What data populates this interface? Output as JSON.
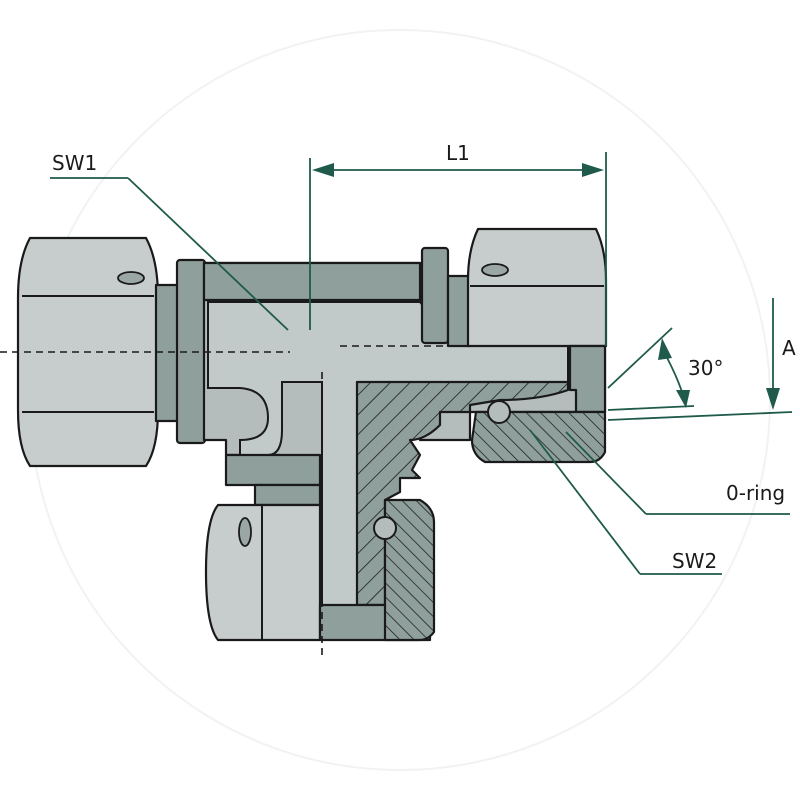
{
  "labels": {
    "sw1": "SW1",
    "l1": "L1",
    "a": "A",
    "angle": "30°",
    "oring": "0-ring",
    "sw2": "SW2"
  },
  "colors": {
    "body": "#b4bcbc",
    "shadow": "#8fa09c",
    "nut": "#c7cdcd",
    "leader": "#1f5a4a",
    "outline": "#1a1a1a"
  }
}
